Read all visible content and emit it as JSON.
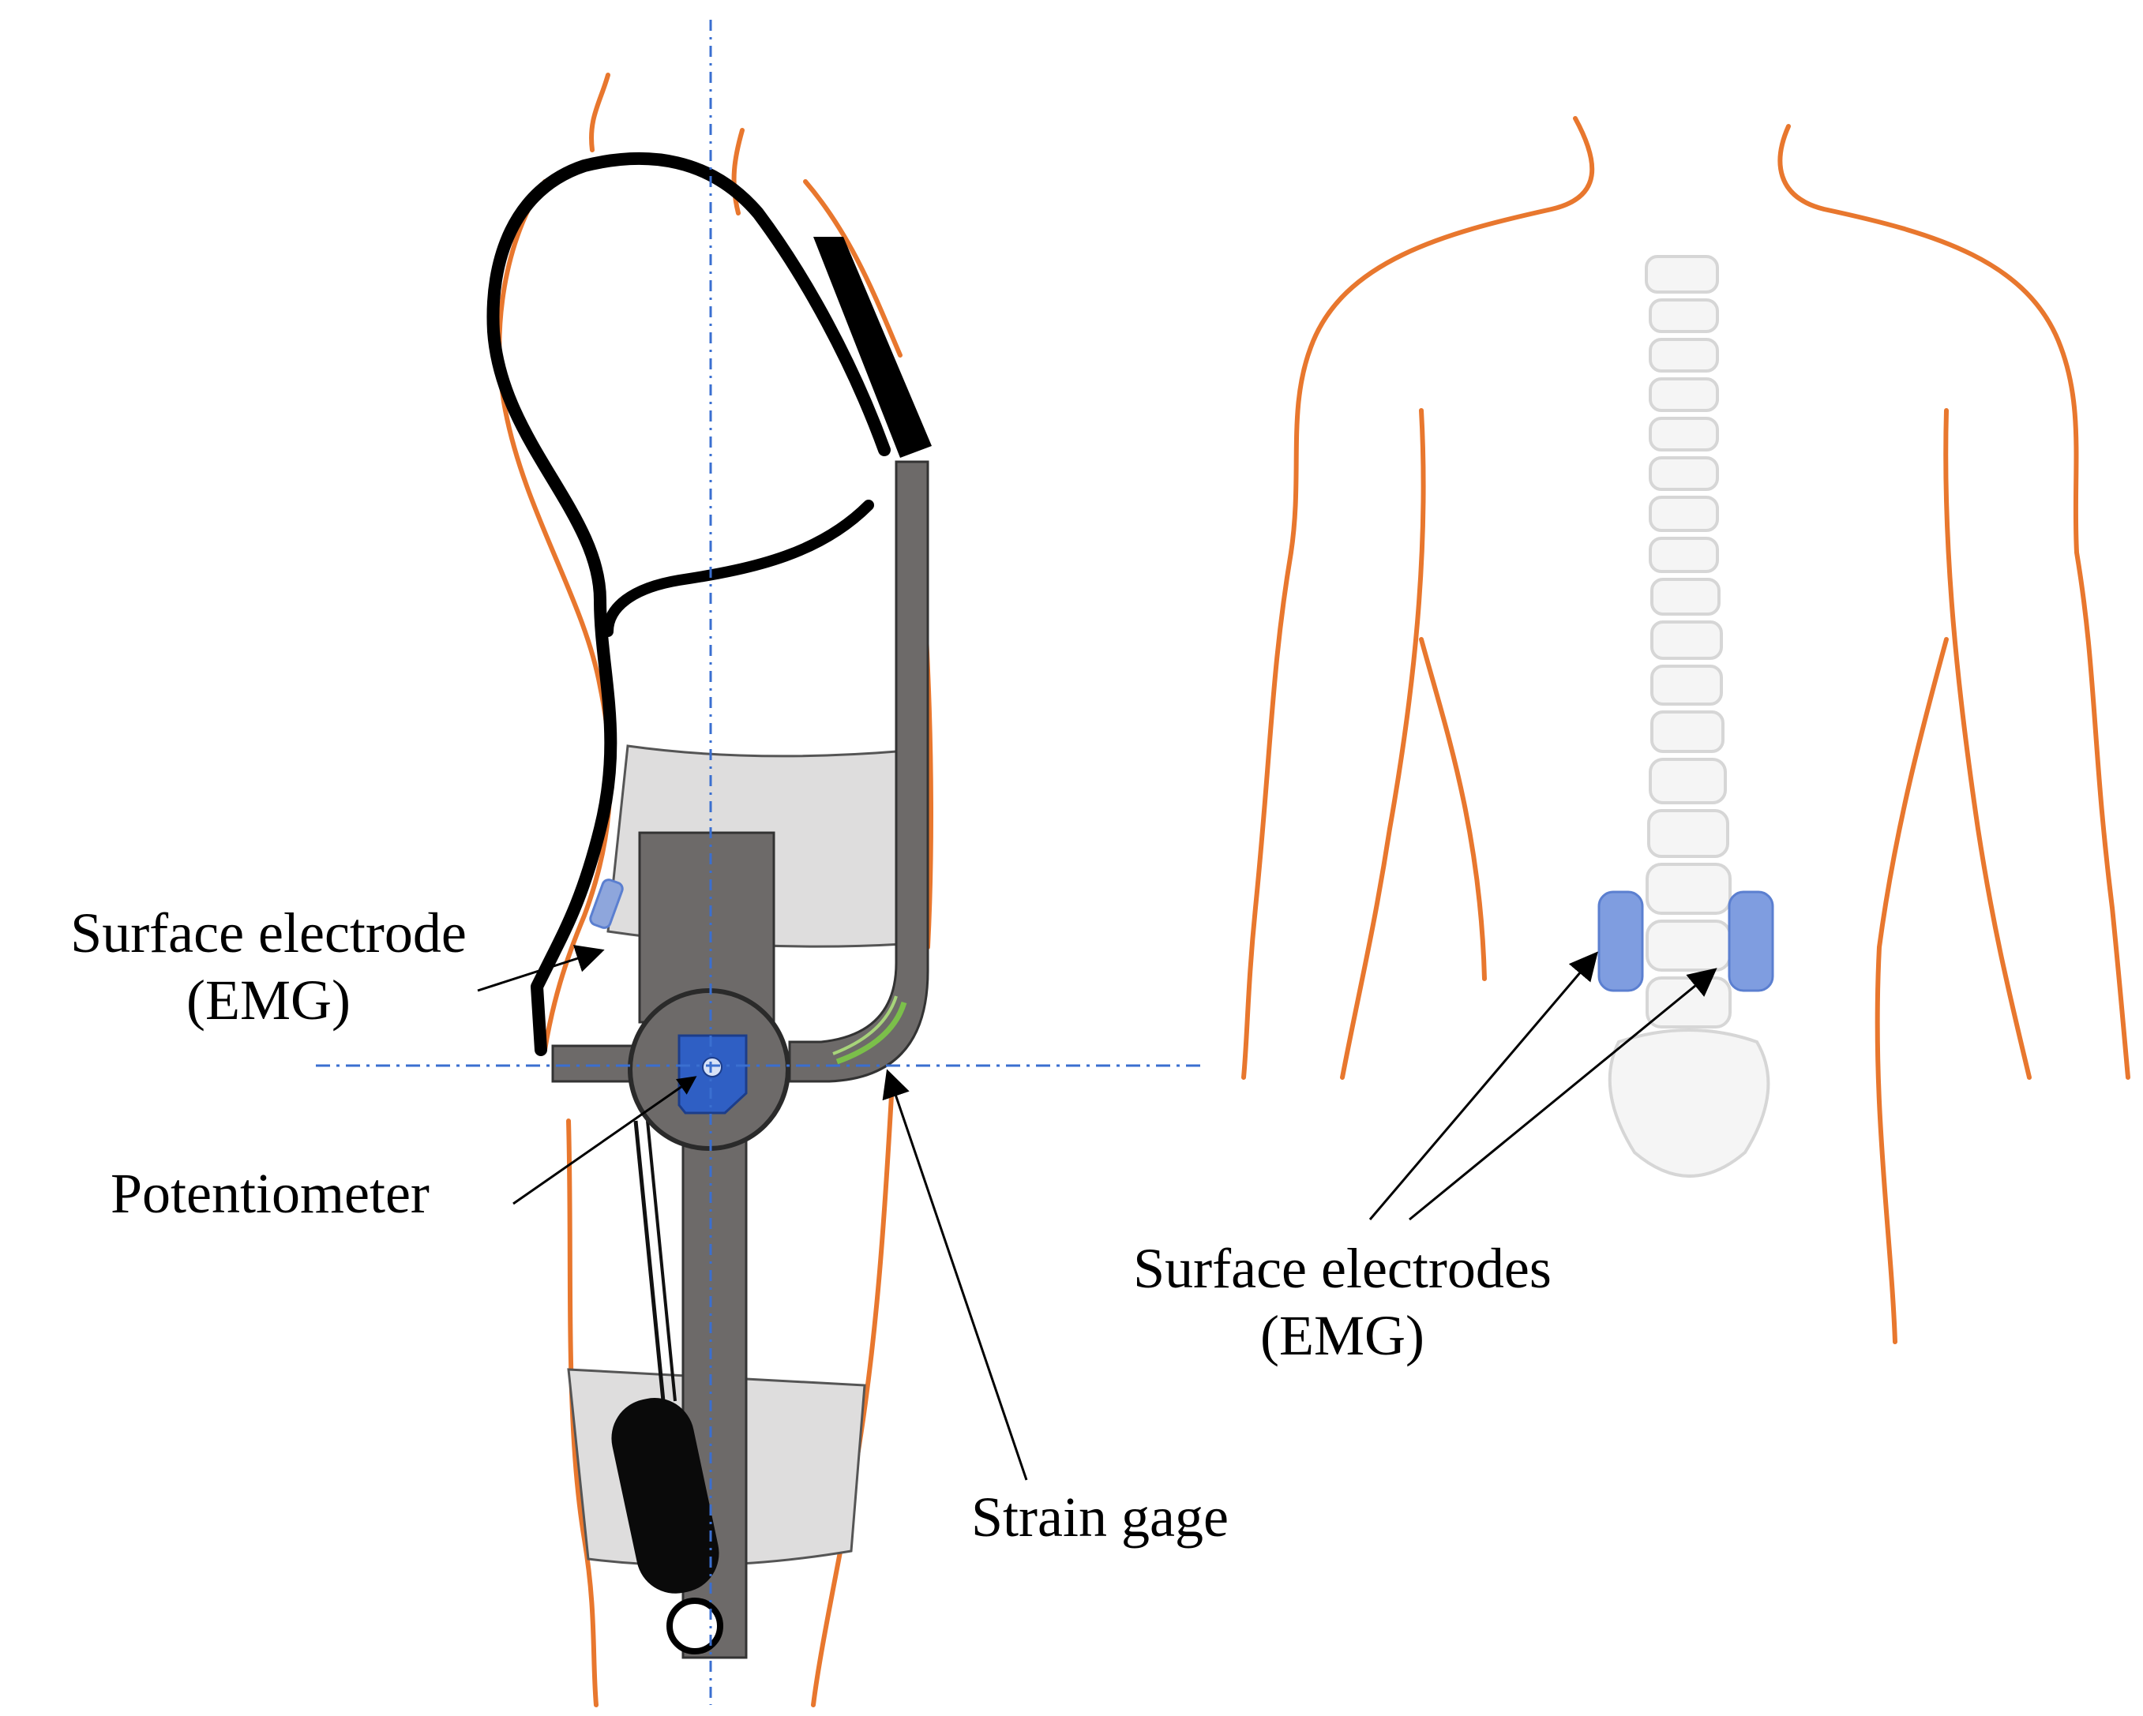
{
  "labels": {
    "surface_electrode": {
      "line1": "Surface electrode",
      "line2": "(EMG)"
    },
    "potentiometer": "Potentiometer",
    "strain_gage": "Strain gage",
    "surface_electrodes": {
      "line1": "Surface electrodes",
      "line2": "(EMG)"
    }
  },
  "colors": {
    "skin_outline": "#e8772e",
    "exo_frame": "#6d6a69",
    "strap": "#dedddd",
    "electrode": "#5b7fd0",
    "potentiometer": "#2f5fc4",
    "axis_line": "#3a6fd0",
    "strain_gage": "#7bbf4a",
    "spine": "#d6d6d6"
  }
}
